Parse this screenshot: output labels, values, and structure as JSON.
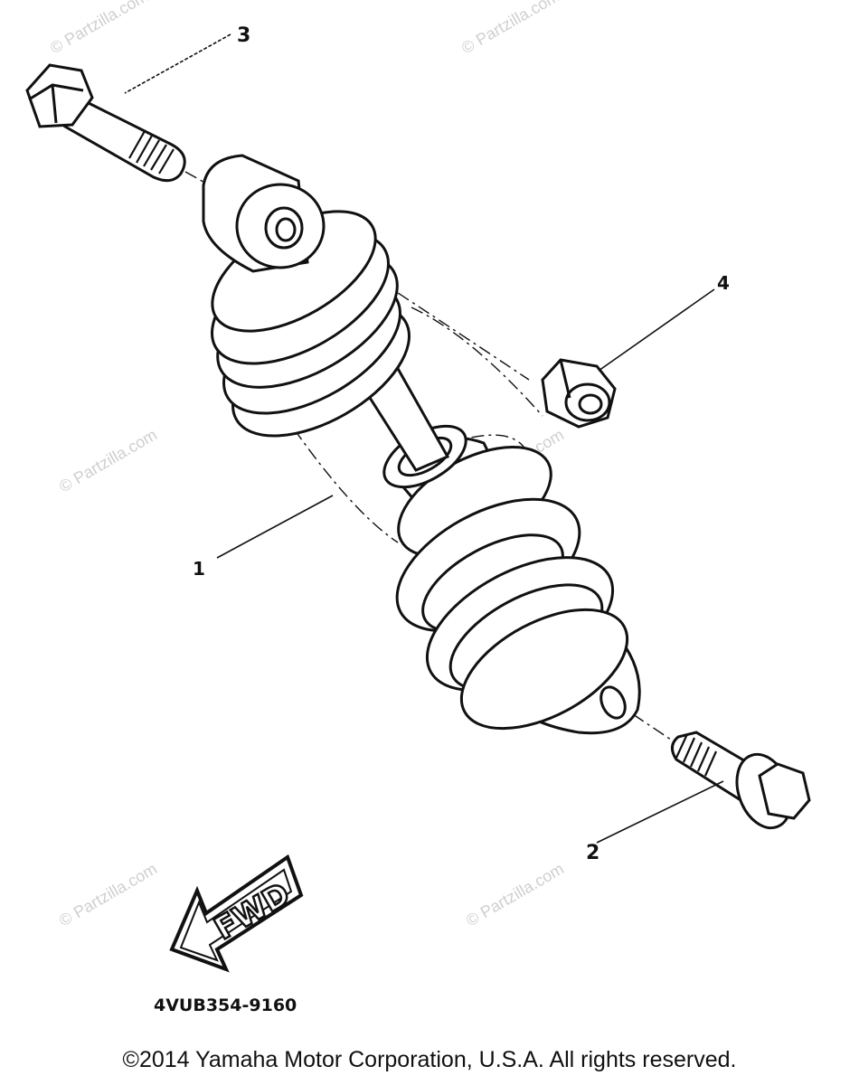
{
  "callouts": [
    {
      "id": "1",
      "label": "1"
    },
    {
      "id": "2",
      "label": "2"
    },
    {
      "id": "3",
      "label": "3"
    },
    {
      "id": "4",
      "label": "4"
    }
  ],
  "fwd_label": "FWD",
  "part_number": "4VUB354-9160",
  "watermark_text": "© Partzilla.com",
  "copyright": "©2014  Yamaha Motor Corporation, U.S.A. All rights reserved."
}
